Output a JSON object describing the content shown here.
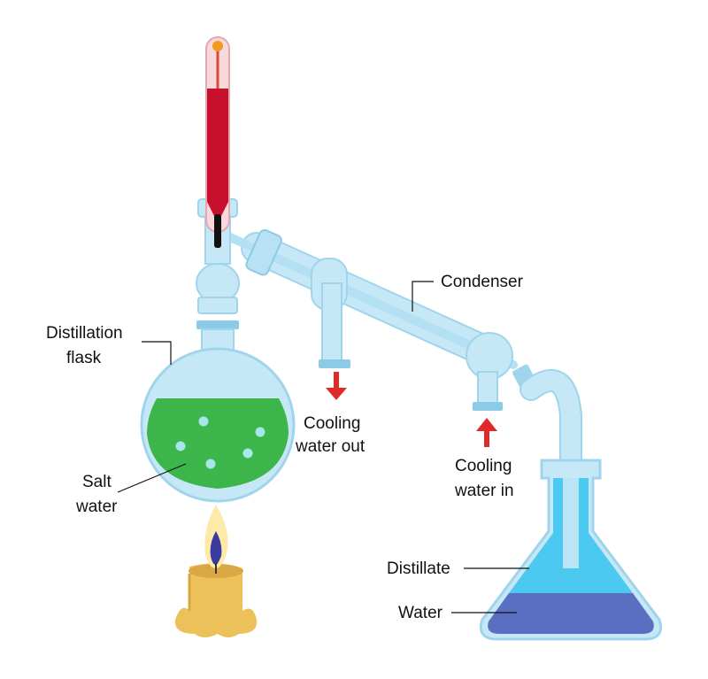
{
  "labels": {
    "distillation_flask_line1": "Distillation",
    "distillation_flask_line2": "flask",
    "salt_water_line1": "Salt",
    "salt_water_line2": "water",
    "condenser": "Condenser",
    "cooling_out_line1": "Cooling",
    "cooling_out_line2": "water out",
    "cooling_in_line1": "Cooling",
    "cooling_in_line2": "water in",
    "distillate": "Distillate",
    "water": "Water"
  },
  "colors": {
    "glass": "#c6e8f6",
    "glass_edge": "#9fd5ec",
    "glass_dark": "#8ccbe6",
    "salt_water": "#3cb54a",
    "bubble": "#a8e6ea",
    "thermometer_liquid": "#c8102e",
    "thermometer_bulb": "#f29a1f",
    "arrow": "#e02a2a",
    "distillate_liquid": "#4cc9f0",
    "water_liquid": "#5b6fc2",
    "candle_wax": "#ecc15a",
    "candle_wax_dark": "#d9a845"
  },
  "icons": {
    "thermometer": "thermometer-icon",
    "flame": "flame-icon",
    "candle": "candle-icon"
  }
}
